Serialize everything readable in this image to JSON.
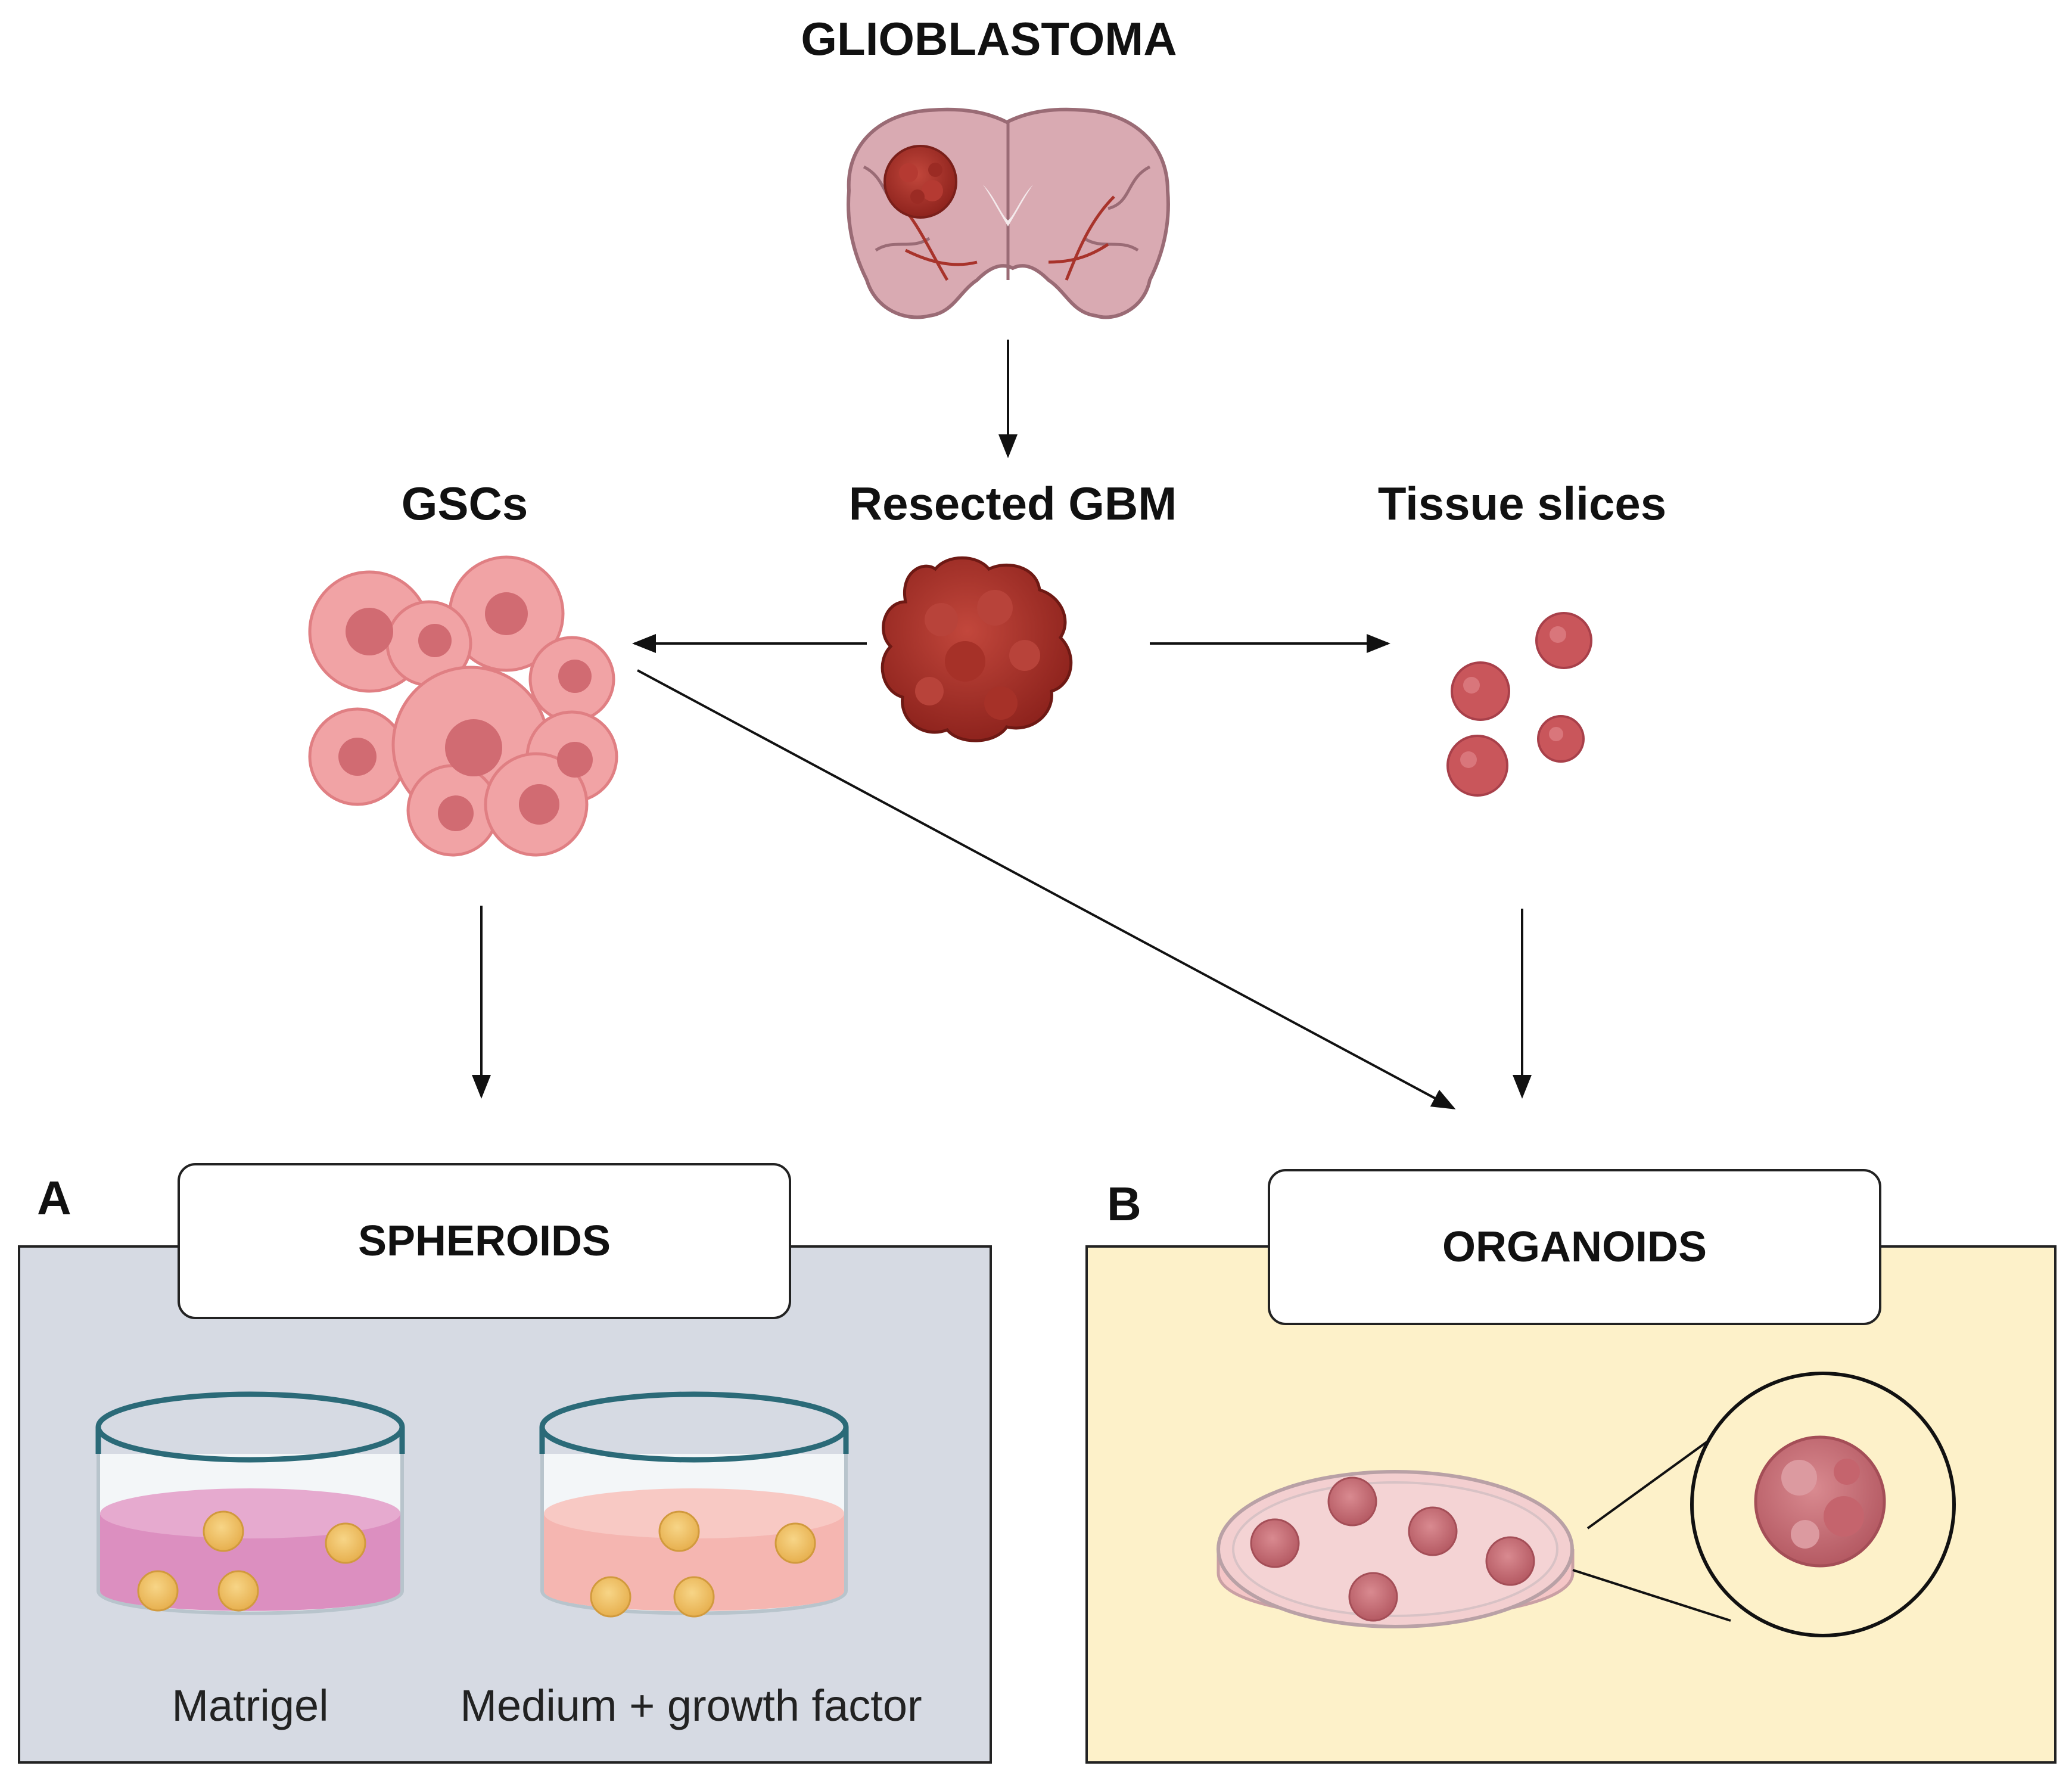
{
  "header": {
    "title": "GLIOBLASTOMA"
  },
  "nodes": {
    "gscs": "GSCs",
    "resected": "Resected GBM",
    "tissue_slices": "Tissue slices"
  },
  "panel_a": {
    "letter": "A",
    "title": "SPHEROIDS",
    "captions": [
      "Matrigel",
      "Medium + growth factor"
    ]
  },
  "panel_b": {
    "letter": "B",
    "title": "ORGANOIDS"
  },
  "colors": {
    "brain": "#d9aab2",
    "tumor": "#a8332b",
    "gsc": "#f1a3a5",
    "slice": "#c9565b",
    "panel_a_bg": "#d6dae3",
    "panel_b_bg": "#fdf1c9",
    "spheroid": "#f2c66c",
    "matrigel": "#dc8fc0",
    "medium": "#f5b6b1",
    "organoid": "#c46a72"
  },
  "icons": [
    "brain-tumor-icon",
    "tumor-mass-icon",
    "stem-cell-cluster-icon",
    "tissue-slice-icon",
    "culture-dish-icon",
    "petri-dish-icon",
    "magnifier-icon"
  ]
}
